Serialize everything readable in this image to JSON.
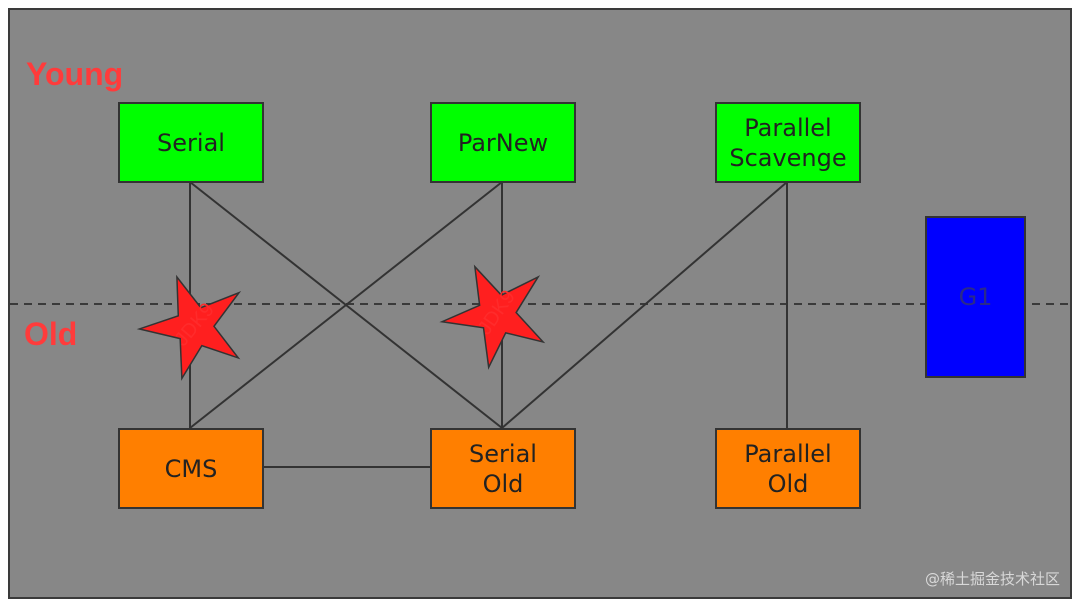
{
  "diagram": {
    "zones": {
      "young": "Young",
      "old": "Old"
    },
    "collectors": {
      "serial": "Serial",
      "parnew": "ParNew",
      "parallel_scavenge": "Parallel\nScavenge",
      "cms": "CMS",
      "serial_old": "Serial\nOld",
      "parallel_old": "Parallel\nOld",
      "g1": "G1"
    },
    "markers": {
      "serial_cms": "JDK9",
      "parnew_serial_old": "JDK9"
    },
    "colors": {
      "background": "#878787",
      "young_generation": "#00ff00",
      "old_generation": "#ff7f00",
      "g1": "#0000ff",
      "zone_label": "#ff3b3b",
      "deprecated_star": "#ff1f1f"
    },
    "connections": [
      [
        "Serial",
        "CMS"
      ],
      [
        "Serial",
        "Serial Old"
      ],
      [
        "ParNew",
        "CMS"
      ],
      [
        "ParNew",
        "Serial Old"
      ],
      [
        "Parallel Scavenge",
        "Serial Old"
      ],
      [
        "Parallel Scavenge",
        "Parallel Old"
      ],
      [
        "CMS",
        "Serial Old"
      ]
    ]
  },
  "watermark": "@稀土掘金技术社区"
}
